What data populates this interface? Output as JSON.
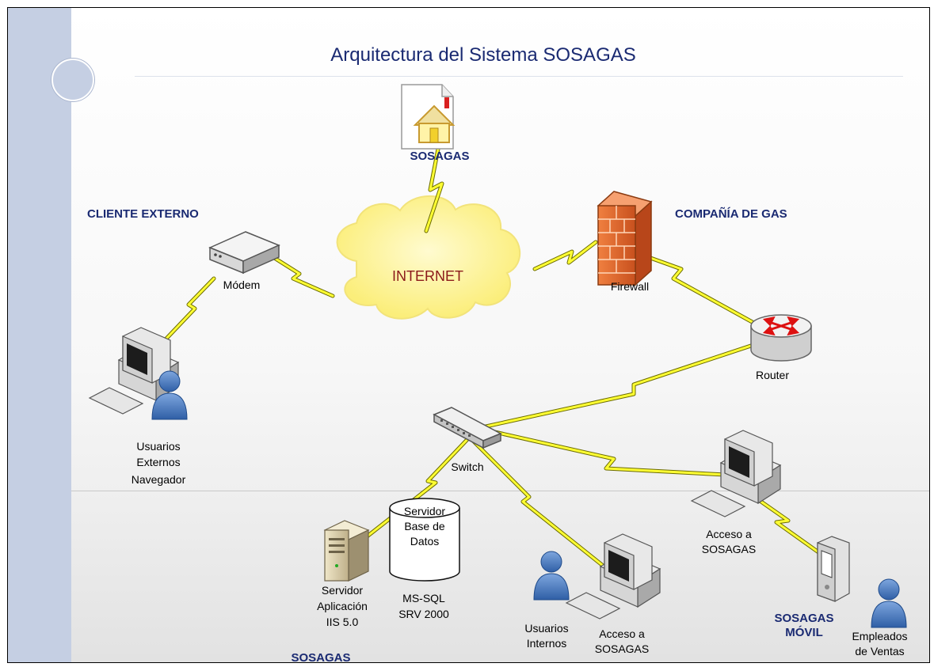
{
  "title": "Arquitectura del Sistema SOSAGAS",
  "groups": {
    "cliente_externo": "CLIENTE EXTERNO",
    "compania_gas": "COMPAÑÍA DE GAS",
    "sosagas_top": "SOSAGAS",
    "sosagas_bottom": "SOSAGAS",
    "sosagas_movil_1": "SOSAGAS",
    "sosagas_movil_2": "MÓVIL"
  },
  "nodes": {
    "internet": "INTERNET",
    "modem": "Módem",
    "firewall": "Firewall",
    "router": "Router",
    "switch": "Switch",
    "usuarios_externos": [
      "Usuarios",
      "Externos",
      "Navegador"
    ],
    "servidor_aplicacion": [
      "Servidor",
      "Aplicación",
      "IIS  5.0"
    ],
    "servidor_bd": [
      "Servidor",
      "Base de",
      "Datos"
    ],
    "ms_sql": [
      "MS-SQL",
      "SRV 2000"
    ],
    "usuarios_internos": [
      "Usuarios",
      "Internos"
    ],
    "acceso_internos": [
      "Acceso a",
      "SOSAGAS"
    ],
    "acceso_compania": [
      "Acceso a",
      "SOSAGAS"
    ],
    "empleados": [
      "Empleados",
      "de Ventas"
    ]
  },
  "colors": {
    "title": "#1a2a72",
    "link": "#ffff33",
    "link_stroke": "#6b6b00",
    "cloud": "#fff6a0",
    "firewall": "#e2652a",
    "internet_text": "#8b1a1a",
    "user": "#4a7cc0"
  }
}
